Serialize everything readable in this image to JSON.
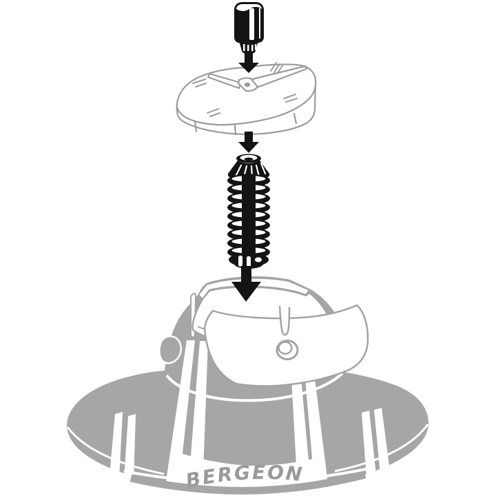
{
  "illustration": {
    "brand_label": "BERGEON",
    "background_color": "#ffffff",
    "colors": {
      "ink_black": "#141414",
      "tool_gray": "#a6a6a6",
      "line_gray": "#9b9b9b",
      "brand_text_gray": "#999999",
      "white": "#ffffff"
    },
    "parts": [
      {
        "id": "pusher-pin-tool",
        "role": "black pusher pin, top"
      },
      {
        "id": "down-arrow-1",
        "role": "assembly direction arrow"
      },
      {
        "id": "watch-movement",
        "role": "watch movement plate with hands"
      },
      {
        "id": "down-arrow-2",
        "role": "assembly direction arrow"
      },
      {
        "id": "threaded-spring-post",
        "role": "black threaded post with cone tip"
      },
      {
        "id": "down-arrow-3",
        "role": "assembly direction arrow"
      },
      {
        "id": "movement-holder-base",
        "role": "gray movement holder base with brand label"
      }
    ]
  }
}
